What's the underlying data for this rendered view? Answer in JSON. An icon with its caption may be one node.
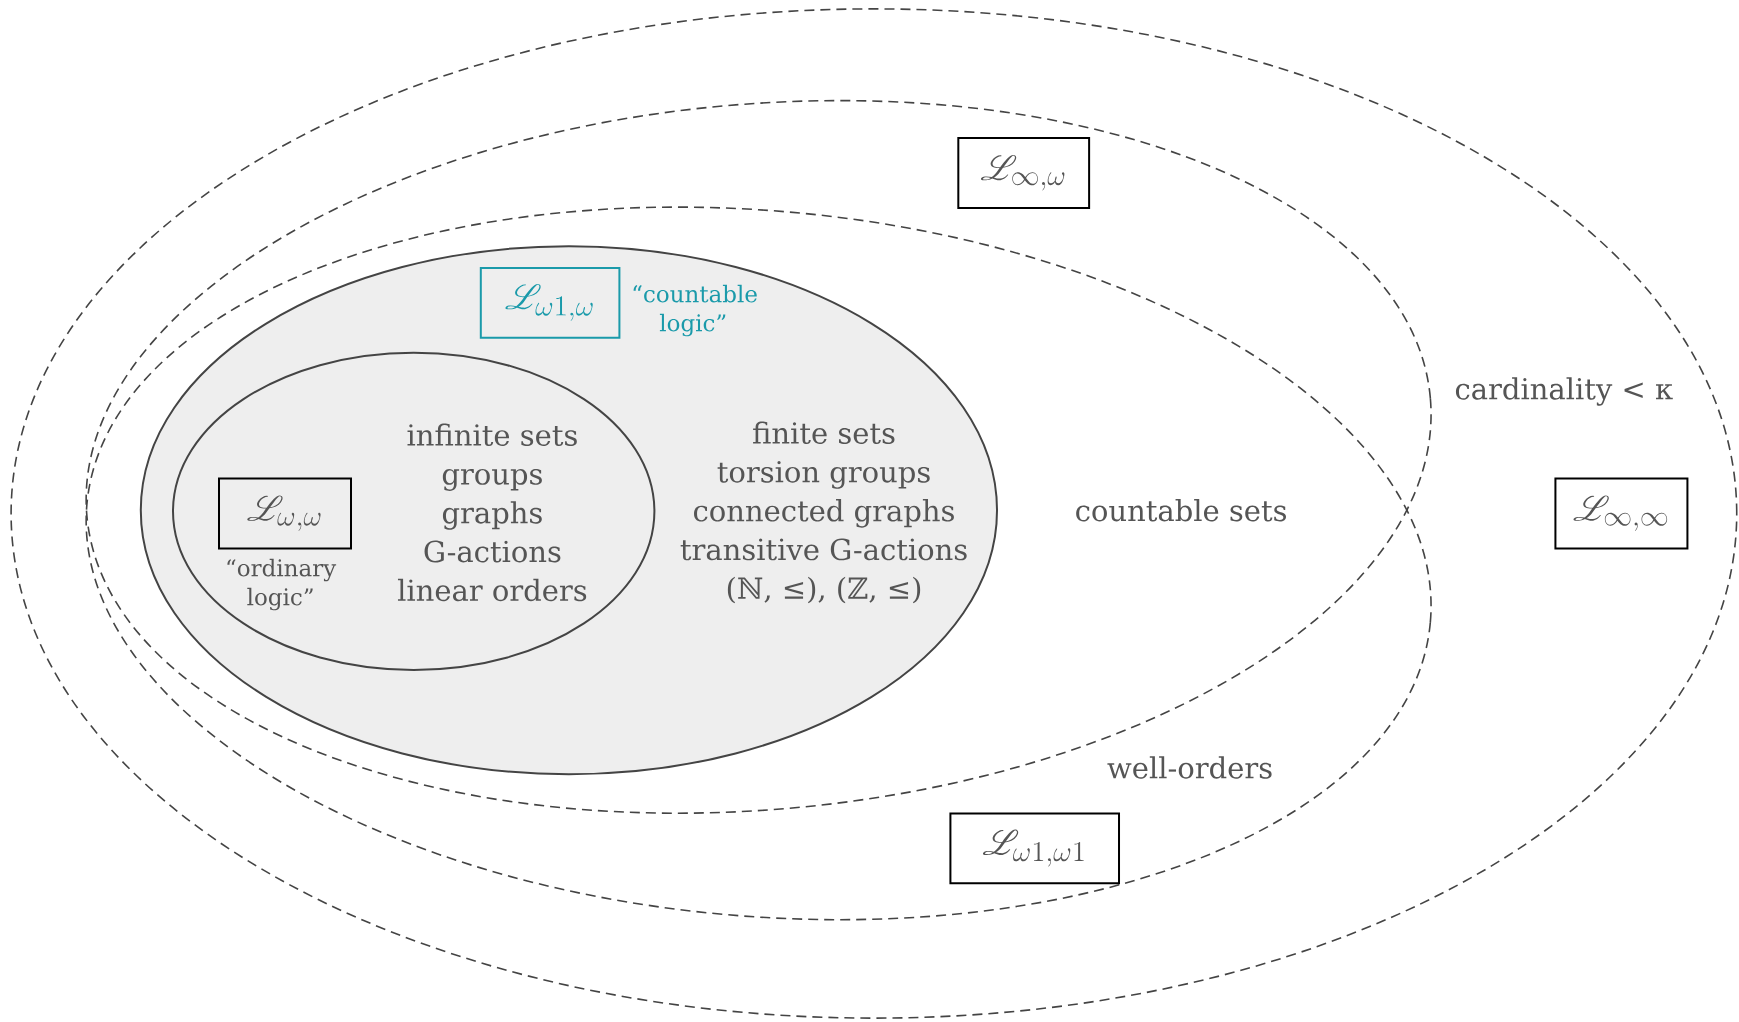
{
  "diagram": {
    "nodes": [
      {
        "text": [],
        "shape": "ellipse"
      },
      {
        "text": [],
        "shape": "ellipse",
        "in": 0
      },
      {
        "text": [],
        "shape": "ellipse",
        "in": 0
      },
      {
        "text": [
          "\\mathscr{L}_{\\infty,\\omega}"
        ],
        "in": 1
      },
      {
        "text": [
          "finite sets",
          "torsion groups",
          "connected graphs",
          "transitive G-actions",
          "(ℕ, ≤), (ℤ, ≤)"
        ],
        "in": 1
      },
      {
        "text": [
          "\\mathscr{L}_{\\omega1,\\omega}"
        ],
        "beside": [
          "“countable logic”"
        ],
        "in": 4
      },
      {
        "text": [
          "infinite sets",
          "groups",
          "graphs",
          "G-actions",
          "linear orders"
        ],
        "in": 4
      },
      {
        "text": [
          "\\mathscr{L}_{\\omega,\\omega}"
        ],
        "beside": [
          "“ordinary logic”"
        ],
        "in": 6
      },
      {
        "text": [
          "\\mathscr{L}_{\\omega1,\\omega1}"
        ],
        "in": 2
      },
      {
        "text": [
          "\\mathscr{L}_{\\infty,\\infty}"
        ],
        "in": 0
      }
    ],
    "labels": [
      "cardinality < κ",
      "countable sets",
      "well-orders"
    ]
  }
}
